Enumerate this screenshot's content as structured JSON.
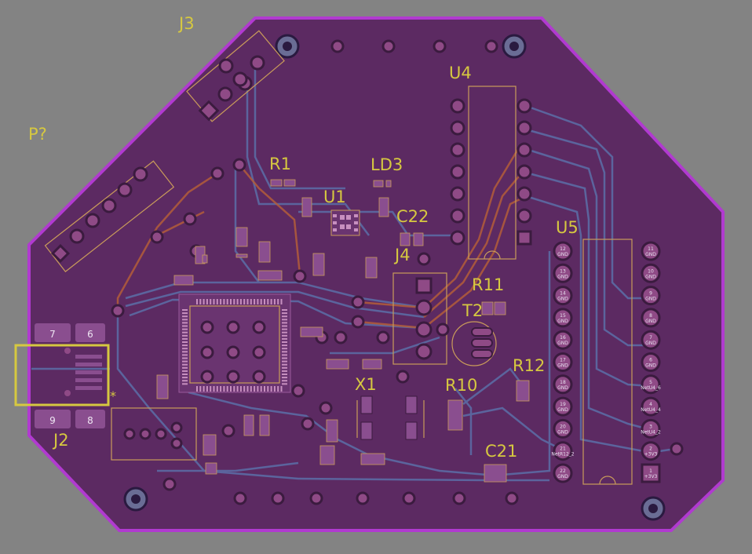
{
  "board": {
    "background": "#838383",
    "board_color": "#5c2a62",
    "outline_color": "#b13ad0",
    "silk_color": "#d6c840",
    "copper_top": "#b35d3a",
    "copper_bottom": "#5b6fa8"
  },
  "labels": {
    "j3": "J3",
    "p": "P?",
    "u4": "U4",
    "r1": "R1",
    "ld3": "LD3",
    "u1": "U1",
    "c22": "C22",
    "j4": "J4",
    "r11": "R11",
    "u5": "U5",
    "t2": "T2",
    "r12": "R12",
    "r10": "R10",
    "x1": "X1",
    "c21": "C21",
    "j2": "J2"
  },
  "j2_pads": {
    "p7": "7",
    "p6": "6",
    "p9": "9",
    "p8": "8"
  },
  "u5_left_pins": [
    {
      "num": "12",
      "net": "GND"
    },
    {
      "num": "13",
      "net": "GND"
    },
    {
      "num": "14",
      "net": "GND"
    },
    {
      "num": "15",
      "net": "GND"
    },
    {
      "num": "16",
      "net": "GND"
    },
    {
      "num": "17",
      "net": "GND"
    },
    {
      "num": "18",
      "net": "GND"
    },
    {
      "num": "19",
      "net": "GND"
    },
    {
      "num": "20",
      "net": "GND"
    },
    {
      "num": "21",
      "net": "NetR12_2"
    },
    {
      "num": "22",
      "net": "GND"
    }
  ],
  "u5_right_pins": [
    {
      "num": "11",
      "net": "GND"
    },
    {
      "num": "10",
      "net": "GND"
    },
    {
      "num": "9",
      "net": "GND"
    },
    {
      "num": "8",
      "net": "GND"
    },
    {
      "num": "7",
      "net": "GND"
    },
    {
      "num": "6",
      "net": "GND"
    },
    {
      "num": "5",
      "net": "NetU4_6"
    },
    {
      "num": "4",
      "net": "NetU4_4"
    },
    {
      "num": "3",
      "net": "NetU4_2"
    },
    {
      "num": "2",
      "net": "+3V3"
    },
    {
      "num": "1",
      "net": "+3V3"
    }
  ]
}
